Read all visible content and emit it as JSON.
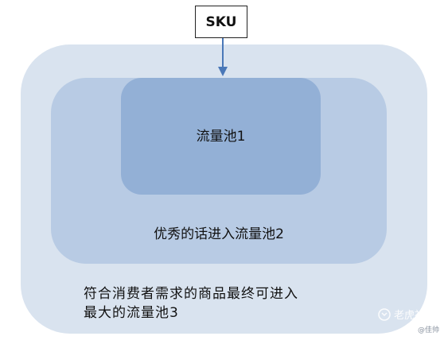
{
  "diagram": {
    "sku_label": "SKU",
    "pool1_label": "流量池1",
    "pool2_label": "优秀的话进入流量池2",
    "pool3_label_line1": "符合消费者需求的商品最终可进入",
    "pool3_label_line2": "最大的流量池3"
  },
  "watermark": {
    "brand": "老虎社区",
    "author": "@佳帅"
  },
  "colors": {
    "pool3": "#d9e3ef",
    "pool2": "#b8cbe4",
    "pool1": "#93b0d6",
    "arrow": "#4a78b8"
  }
}
